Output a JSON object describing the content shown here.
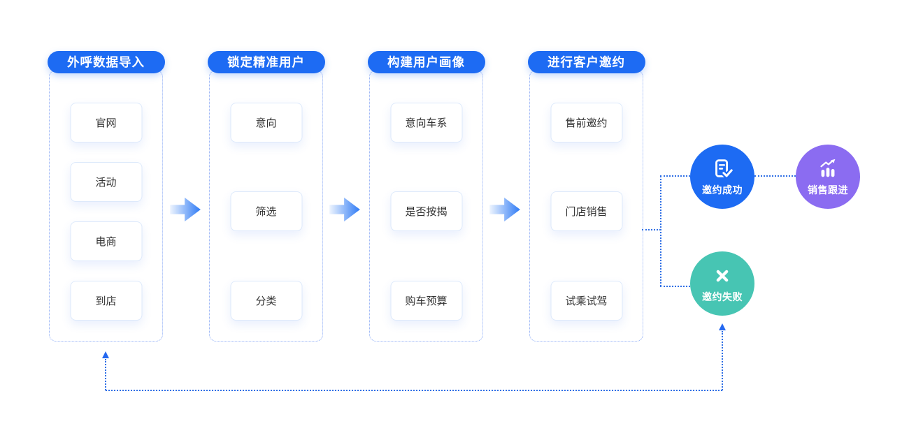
{
  "colors": {
    "primary_blue": "#1D6BF3",
    "purple": "#8B6CF1",
    "teal": "#47C5B3",
    "connector": "#2F6FE5",
    "card_border": "#DDE9FB",
    "card_text": "#333333"
  },
  "columns": [
    {
      "title": "外呼数据导入",
      "items": [
        "官网",
        "活动",
        "电商",
        "到店"
      ]
    },
    {
      "title": "锁定精准用户",
      "items": [
        "意向",
        "筛选",
        "分类"
      ]
    },
    {
      "title": "构建用户画像",
      "items": [
        "意向车系",
        "是否按揭",
        "购车预算"
      ]
    },
    {
      "title": "进行客户邀约",
      "items": [
        "售前邀约",
        "门店销售",
        "试乘试驾"
      ]
    }
  ],
  "outcomes": {
    "success": {
      "label": "邀约成功",
      "icon": "document-check-icon",
      "color": "#1D6BF3"
    },
    "follow_up": {
      "label": "销售跟进",
      "icon": "bar-chart-up-icon",
      "color": "#8B6CF1"
    },
    "failure": {
      "label": "邀约失败",
      "icon": "close-icon",
      "color": "#47C5B3"
    }
  }
}
